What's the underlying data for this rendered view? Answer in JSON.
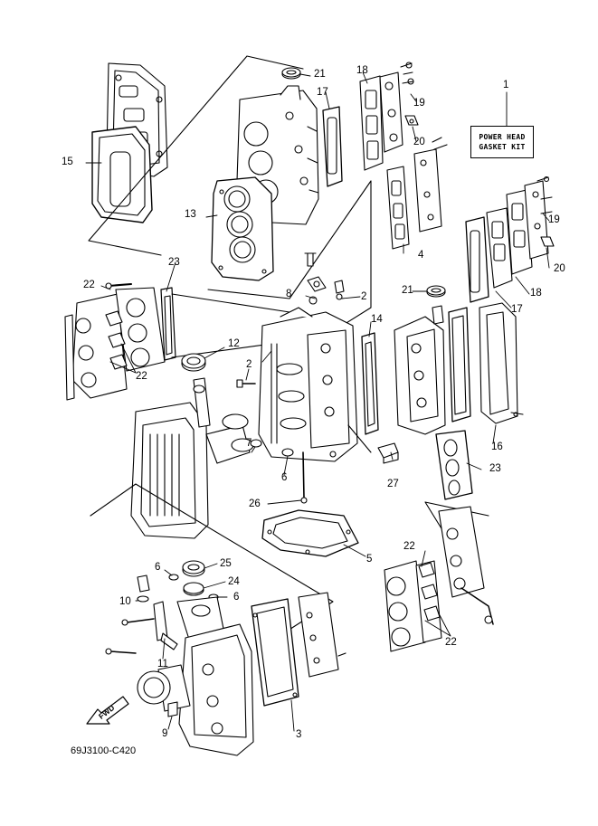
{
  "kit_box": {
    "line1": "POWER HEAD",
    "line2": "GASKET KIT"
  },
  "fwd_label": "FWD",
  "reference_code": "69J3100-C420",
  "callouts": {
    "c1": "1",
    "c2a": "2",
    "c2b": "2",
    "c3": "3",
    "c4": "4",
    "c5": "5",
    "c6a": "6",
    "c6b": "6",
    "c6c": "6",
    "c7": "7",
    "c8": "8",
    "c9": "9",
    "c10": "10",
    "c11": "11",
    "c12": "12",
    "c13": "13",
    "c14": "14",
    "c15": "15",
    "c16": "16",
    "c17a": "17",
    "c17b": "17",
    "c18a": "18",
    "c18b": "18",
    "c19a": "19",
    "c19b": "19",
    "c20a": "20",
    "c20b": "20",
    "c21a": "21",
    "c21b": "21",
    "c22a": "22",
    "c22b": "22",
    "c22c": "22",
    "c22d": "22",
    "c23a": "23",
    "c23b": "23",
    "c24": "24",
    "c25": "25",
    "c26": "26",
    "c27": "27"
  }
}
